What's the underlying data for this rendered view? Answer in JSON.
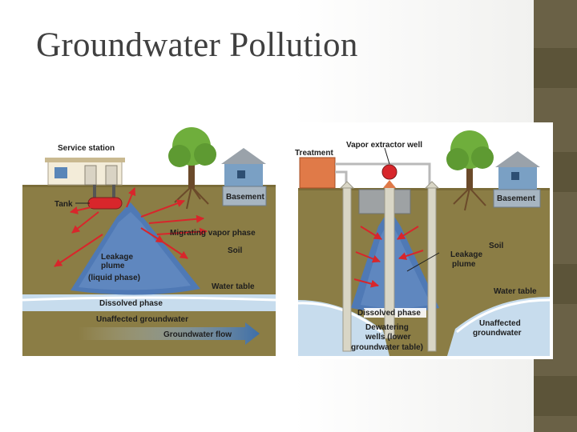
{
  "slide": {
    "title": "Groundwater Pollution"
  },
  "left_panel": {
    "labels": {
      "service_station": "Service station",
      "tank": "Tank",
      "basement": "Basement",
      "migrating_vapor": "Migrating vapor phase",
      "soil": "Soil",
      "leakage_line1": "Leakage",
      "leakage_line2": "plume",
      "leakage_line3": "(liquid phase)",
      "water_table": "Water table",
      "dissolved_phase": "Dissolved phase",
      "unaffected": "Unaffected groundwater",
      "groundwater_flow": "Groundwater flow"
    }
  },
  "right_panel": {
    "labels": {
      "treatment": "Treatment",
      "vapor_extractor": "Vapor extractor well",
      "basement": "Basement",
      "soil": "Soil",
      "leakage_line1": "Leakage",
      "leakage_line2": "plume",
      "water_table": "Water table",
      "dissolved_phase": "Dissolved phase",
      "dewatering_line1": "Dewatering",
      "dewatering_line2": "wells (lower",
      "dewatering_line3": "groundwater table)",
      "unaffected_line1": "Unaffected",
      "unaffected_line2": "groundwater"
    }
  },
  "colors": {
    "soil": "#8b7d45",
    "sky": "#ffffff",
    "plume": "#4f79b5",
    "groundwater": "#c7dced",
    "arrow": "#d8262b",
    "tree": "#6fae3c",
    "side_bar": "#6a6146"
  }
}
